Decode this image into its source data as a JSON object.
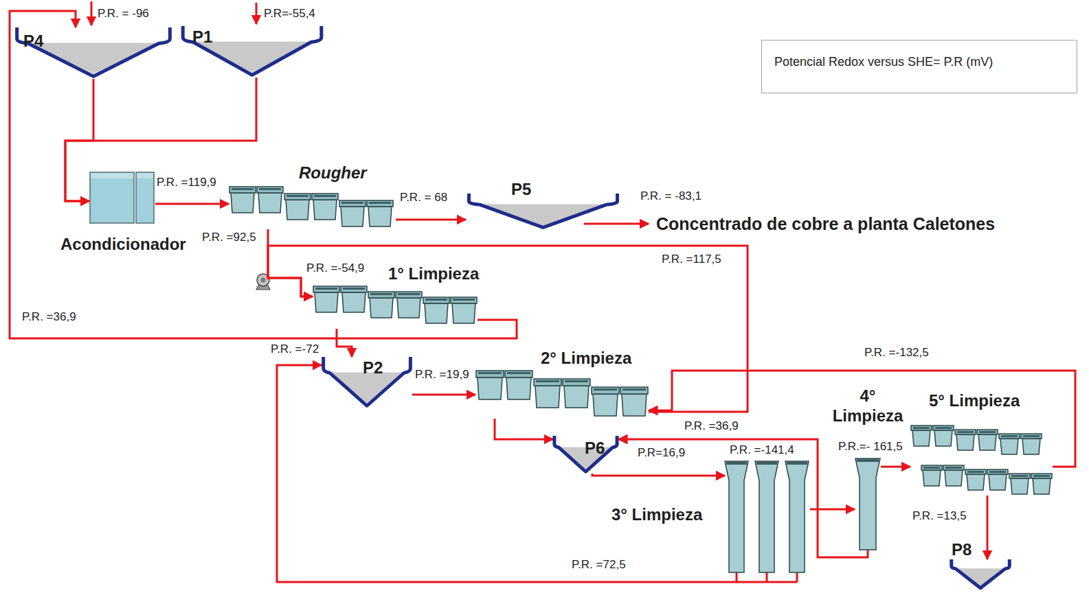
{
  "diagram": {
    "nodes": [
      {
        "text": [
          "P4"
        ]
      },
      {
        "text": [
          "P1"
        ]
      },
      {
        "text": [
          "Potencial Redox versus SHE= P.R (mV)"
        ]
      },
      {
        "text": [
          "Acondicionador"
        ]
      },
      {
        "text": [
          "Rougher"
        ]
      },
      {
        "text": [
          "P5"
        ]
      },
      {
        "text": [
          "1° Limpieza"
        ]
      },
      {
        "text": [
          "P2"
        ]
      },
      {
        "text": [
          "2° Limpieza"
        ]
      },
      {
        "text": [
          "P6"
        ]
      },
      {
        "text": [
          "3° Limpieza"
        ]
      },
      {
        "text": [
          "4° Limpieza"
        ]
      },
      {
        "text": [
          "5° Limpieza"
        ]
      },
      {
        "text": [
          "P8"
        ]
      }
    ],
    "edges": [
      {
        "from": 0,
        "to": 3,
        "arrow": "to"
      },
      {
        "from": 1,
        "to": 3,
        "arrow": "to"
      },
      {
        "from": 3,
        "to": 4,
        "arrow": "to"
      },
      {
        "from": 4,
        "to": 5,
        "arrow": "to"
      },
      {
        "from": 4,
        "to": 6,
        "arrow": "to"
      },
      {
        "from": 6,
        "to": 0,
        "arrow": "to"
      },
      {
        "from": 6,
        "to": 7,
        "arrow": "to"
      },
      {
        "from": 7,
        "to": 8,
        "arrow": "to"
      },
      {
        "from": 8,
        "to": 6,
        "arrow": "to"
      },
      {
        "from": 8,
        "to": 9,
        "arrow": "to"
      },
      {
        "from": 9,
        "to": 10,
        "arrow": "to"
      },
      {
        "from": 10,
        "to": 11,
        "arrow": "to"
      },
      {
        "from": 10,
        "to": 7,
        "arrow": "to"
      },
      {
        "from": 11,
        "to": 9,
        "arrow": "to"
      },
      {
        "from": 11,
        "to": 12,
        "arrow": "to"
      },
      {
        "from": 12,
        "to": 8,
        "arrow": "to"
      },
      {
        "from": 12,
        "to": 13,
        "arrow": "to"
      }
    ],
    "labels": [
      "P.R. = -96",
      "P.R=-55,4",
      "P.R. =119,9",
      "P.R. = 68",
      "Concentrado de cobre a planta Caletones",
      "P.R. = -83,1",
      "P.R. =92,5",
      "P.R. =-54,9",
      "P.R. =117,5",
      "P.R. =36,9",
      "P.R. =-72",
      "P.R. =19,9",
      "P.R. =-132,5",
      "P.R. =36,9",
      "P.R=16,9",
      "P.R.=- 161,5",
      "P.R. =-141,4",
      "P.R. =13,5",
      "P.R. =72,5"
    ]
  }
}
